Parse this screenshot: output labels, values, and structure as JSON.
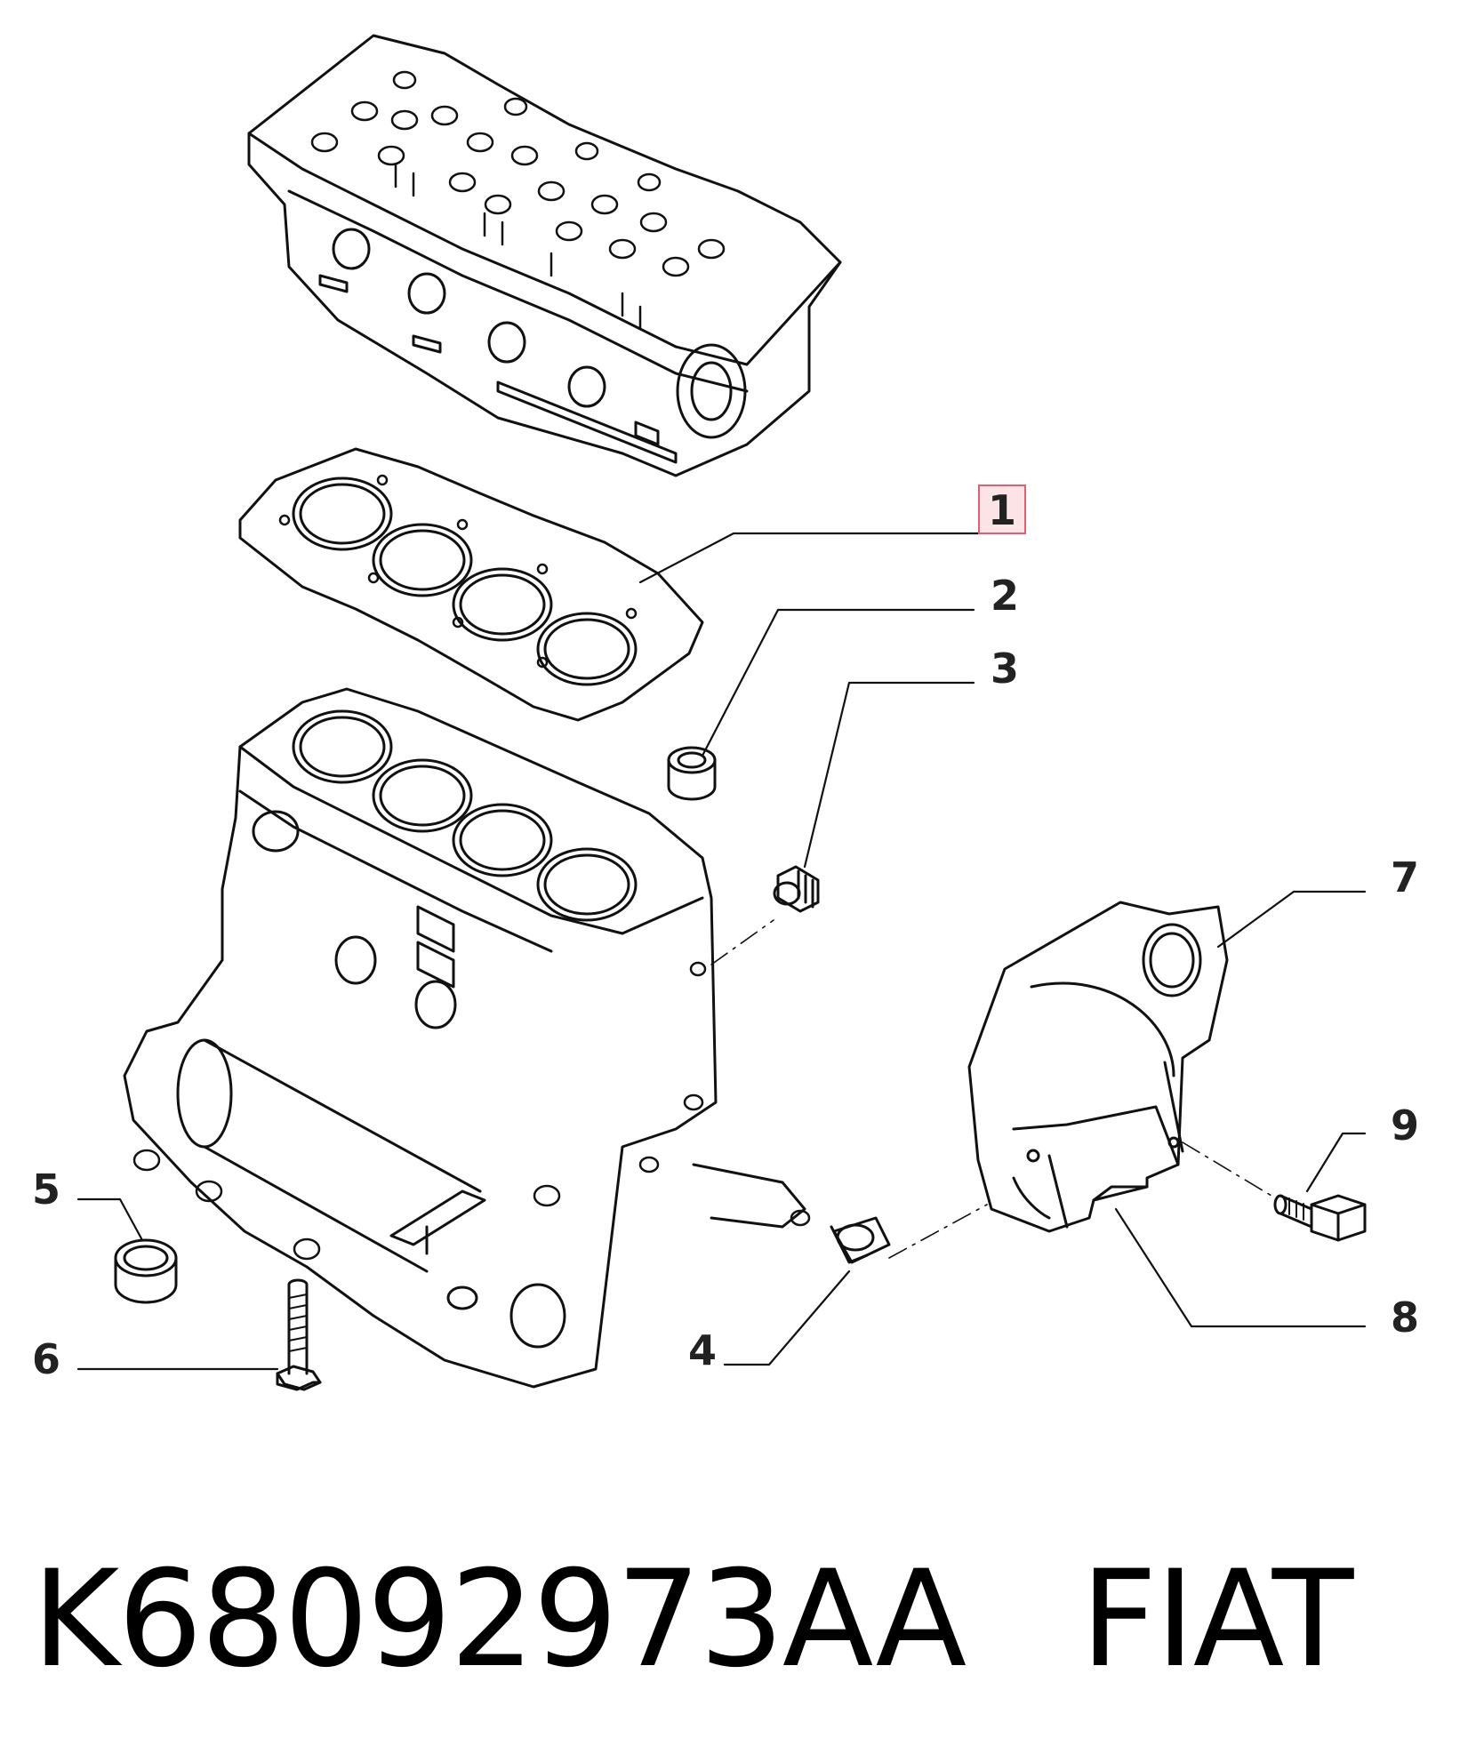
{
  "callouts": {
    "c1": "1",
    "c2": "2",
    "c3": "3",
    "c4": "4",
    "c5": "5",
    "c6": "6",
    "c7": "7",
    "c8": "8",
    "c9": "9"
  },
  "highlight": {
    "callout": "1",
    "border_color": "#e06070",
    "fill_color": "#fbe3e6"
  },
  "caption": {
    "part_number": "K68092973AA",
    "brand": "FIAT"
  }
}
